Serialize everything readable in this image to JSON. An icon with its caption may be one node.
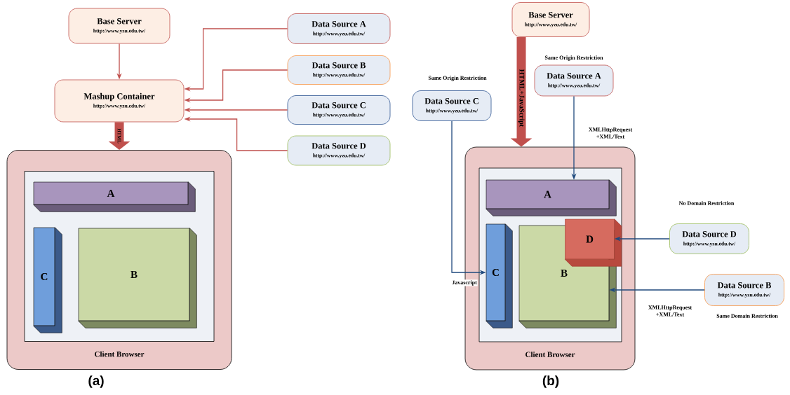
{
  "diagram": {
    "nodes": [
      {
        "text": [
          "Base Server",
          "http://www.yzu.edu.tw/"
        ]
      },
      {
        "text": [
          "Mashup Container",
          "http://www.yzu.edu.tw/"
        ]
      },
      {
        "text": [
          "Data Source A",
          "http://www.yzu.edu.tw/"
        ]
      },
      {
        "text": [
          "Data Source B",
          "http://www.yzu.edu.tw/"
        ]
      },
      {
        "text": [
          "Data Source C",
          "http://www.yzu.edu.tw/"
        ]
      },
      {
        "text": [
          "Data Source D",
          "http://www.yzu.edu.tw/"
        ]
      },
      {
        "text": [
          "Client Browser"
        ]
      },
      {
        "text": [],
        "shape": "box",
        "in": 6
      },
      {
        "text": [
          "A"
        ],
        "in": 7
      },
      {
        "text": [
          "C"
        ],
        "in": 7
      },
      {
        "text": [
          "B"
        ],
        "in": 7
      },
      {
        "text": [
          "Base Server",
          "http://www.yzu.edu.tw/"
        ]
      },
      {
        "text": [
          "Data Source A",
          "http://www.yzu.edu.tw/"
        ],
        "beside": [
          "Same Origin Restriction"
        ]
      },
      {
        "text": [
          "Data Source C",
          "http://www.yzu.edu.tw/"
        ],
        "beside": [
          "Same Origin Restriction"
        ]
      },
      {
        "text": [
          "Client Browser"
        ]
      },
      {
        "text": [],
        "shape": "box",
        "in": 14
      },
      {
        "text": [
          "A"
        ],
        "in": 15
      },
      {
        "text": [
          "C"
        ],
        "in": 15
      },
      {
        "text": [
          "B"
        ],
        "in": 15
      },
      {
        "text": [
          "D"
        ],
        "in": 15
      },
      {
        "text": [
          "Data Source D",
          "http://www.yzu.edu.tw/"
        ],
        "beside": [
          "No Domain Restriction"
        ]
      },
      {
        "text": [
          "Data Source B",
          "http://www.yzu.edu.tw/"
        ],
        "beside": [
          "Same Domain Restriction"
        ]
      }
    ],
    "edges": [
      {
        "from": 0,
        "to": 1,
        "arrow": "to"
      },
      {
        "from": 2,
        "to": 1,
        "arrow": "to"
      },
      {
        "from": 3,
        "to": 1,
        "arrow": "to"
      },
      {
        "from": 4,
        "to": 1,
        "arrow": "to"
      },
      {
        "from": 5,
        "to": 1,
        "arrow": "to"
      },
      {
        "from": 1,
        "to": 6,
        "arrow": "to",
        "style": "thick",
        "label": "HTML"
      },
      {
        "from": 11,
        "to": 14,
        "arrow": "to",
        "style": "thick",
        "label": "HTML+JavaScript"
      },
      {
        "from": 12,
        "to": 16,
        "arrow": "to",
        "color": "#1f497d",
        "label": "XMLHttpRequest +XML/Text"
      },
      {
        "from": 13,
        "to": 17,
        "arrow": "to",
        "color": "#1f497d",
        "label": "Javascript"
      },
      {
        "from": 20,
        "to": 19,
        "arrow": "to",
        "color": "#1f497d"
      },
      {
        "from": 21,
        "to": 18,
        "arrow": "to",
        "color": "#1f497d",
        "label": "XMLHttpRequest +XML/Text"
      }
    ],
    "labels": [
      "(a)",
      "(b)"
    ]
  }
}
